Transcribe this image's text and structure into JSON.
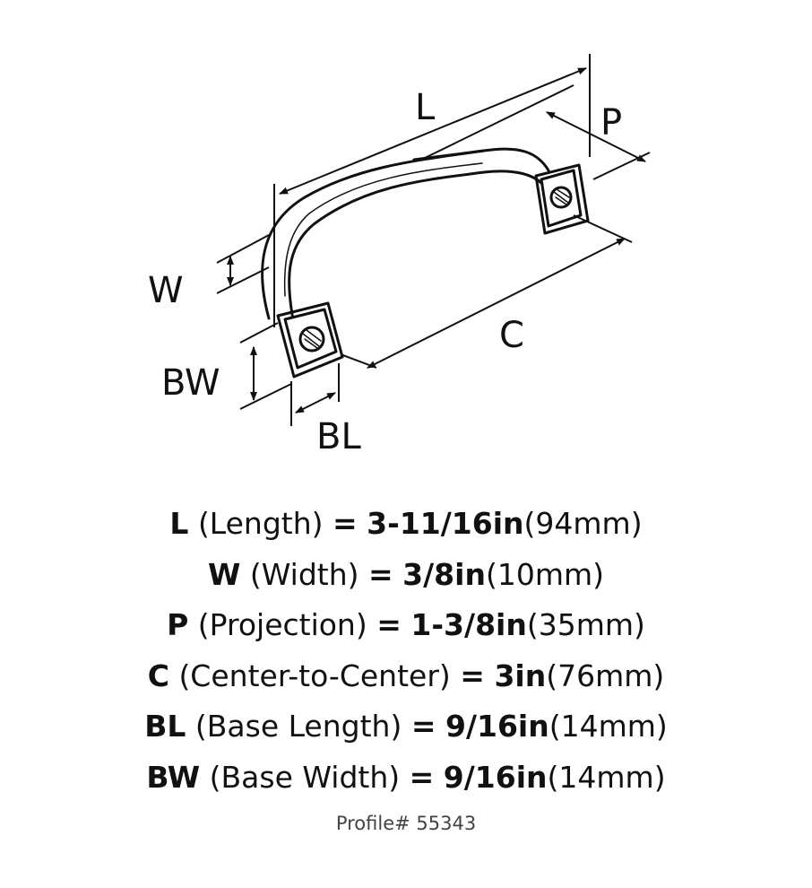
{
  "diagram": {
    "labels": {
      "L": "L",
      "P": "P",
      "W": "W",
      "C": "C",
      "BW": "BW",
      "BL": "BL"
    }
  },
  "specs": [
    {
      "code": "L",
      "name": "(Length)",
      "eq": "=",
      "imperial": "3-11/16in",
      "metric": "(94mm)"
    },
    {
      "code": "W",
      "name": "(Width)",
      "eq": "=",
      "imperial": "3/8in",
      "metric": "(10mm)"
    },
    {
      "code": "P",
      "name": "(Projection)",
      "eq": "=",
      "imperial": "1-3/8in",
      "metric": "(35mm)"
    },
    {
      "code": "C",
      "name": "(Center-to-Center)",
      "eq": "=",
      "imperial": "3in",
      "metric": "(76mm)"
    },
    {
      "code": "BL",
      "name": "(Base Length)",
      "eq": "=",
      "imperial": "9/16in",
      "metric": "(14mm)"
    },
    {
      "code": "BW",
      "name": "(Base Width)",
      "eq": "=",
      "imperial": "9/16in",
      "metric": "(14mm)"
    }
  ],
  "profile": "Profile# 55343"
}
